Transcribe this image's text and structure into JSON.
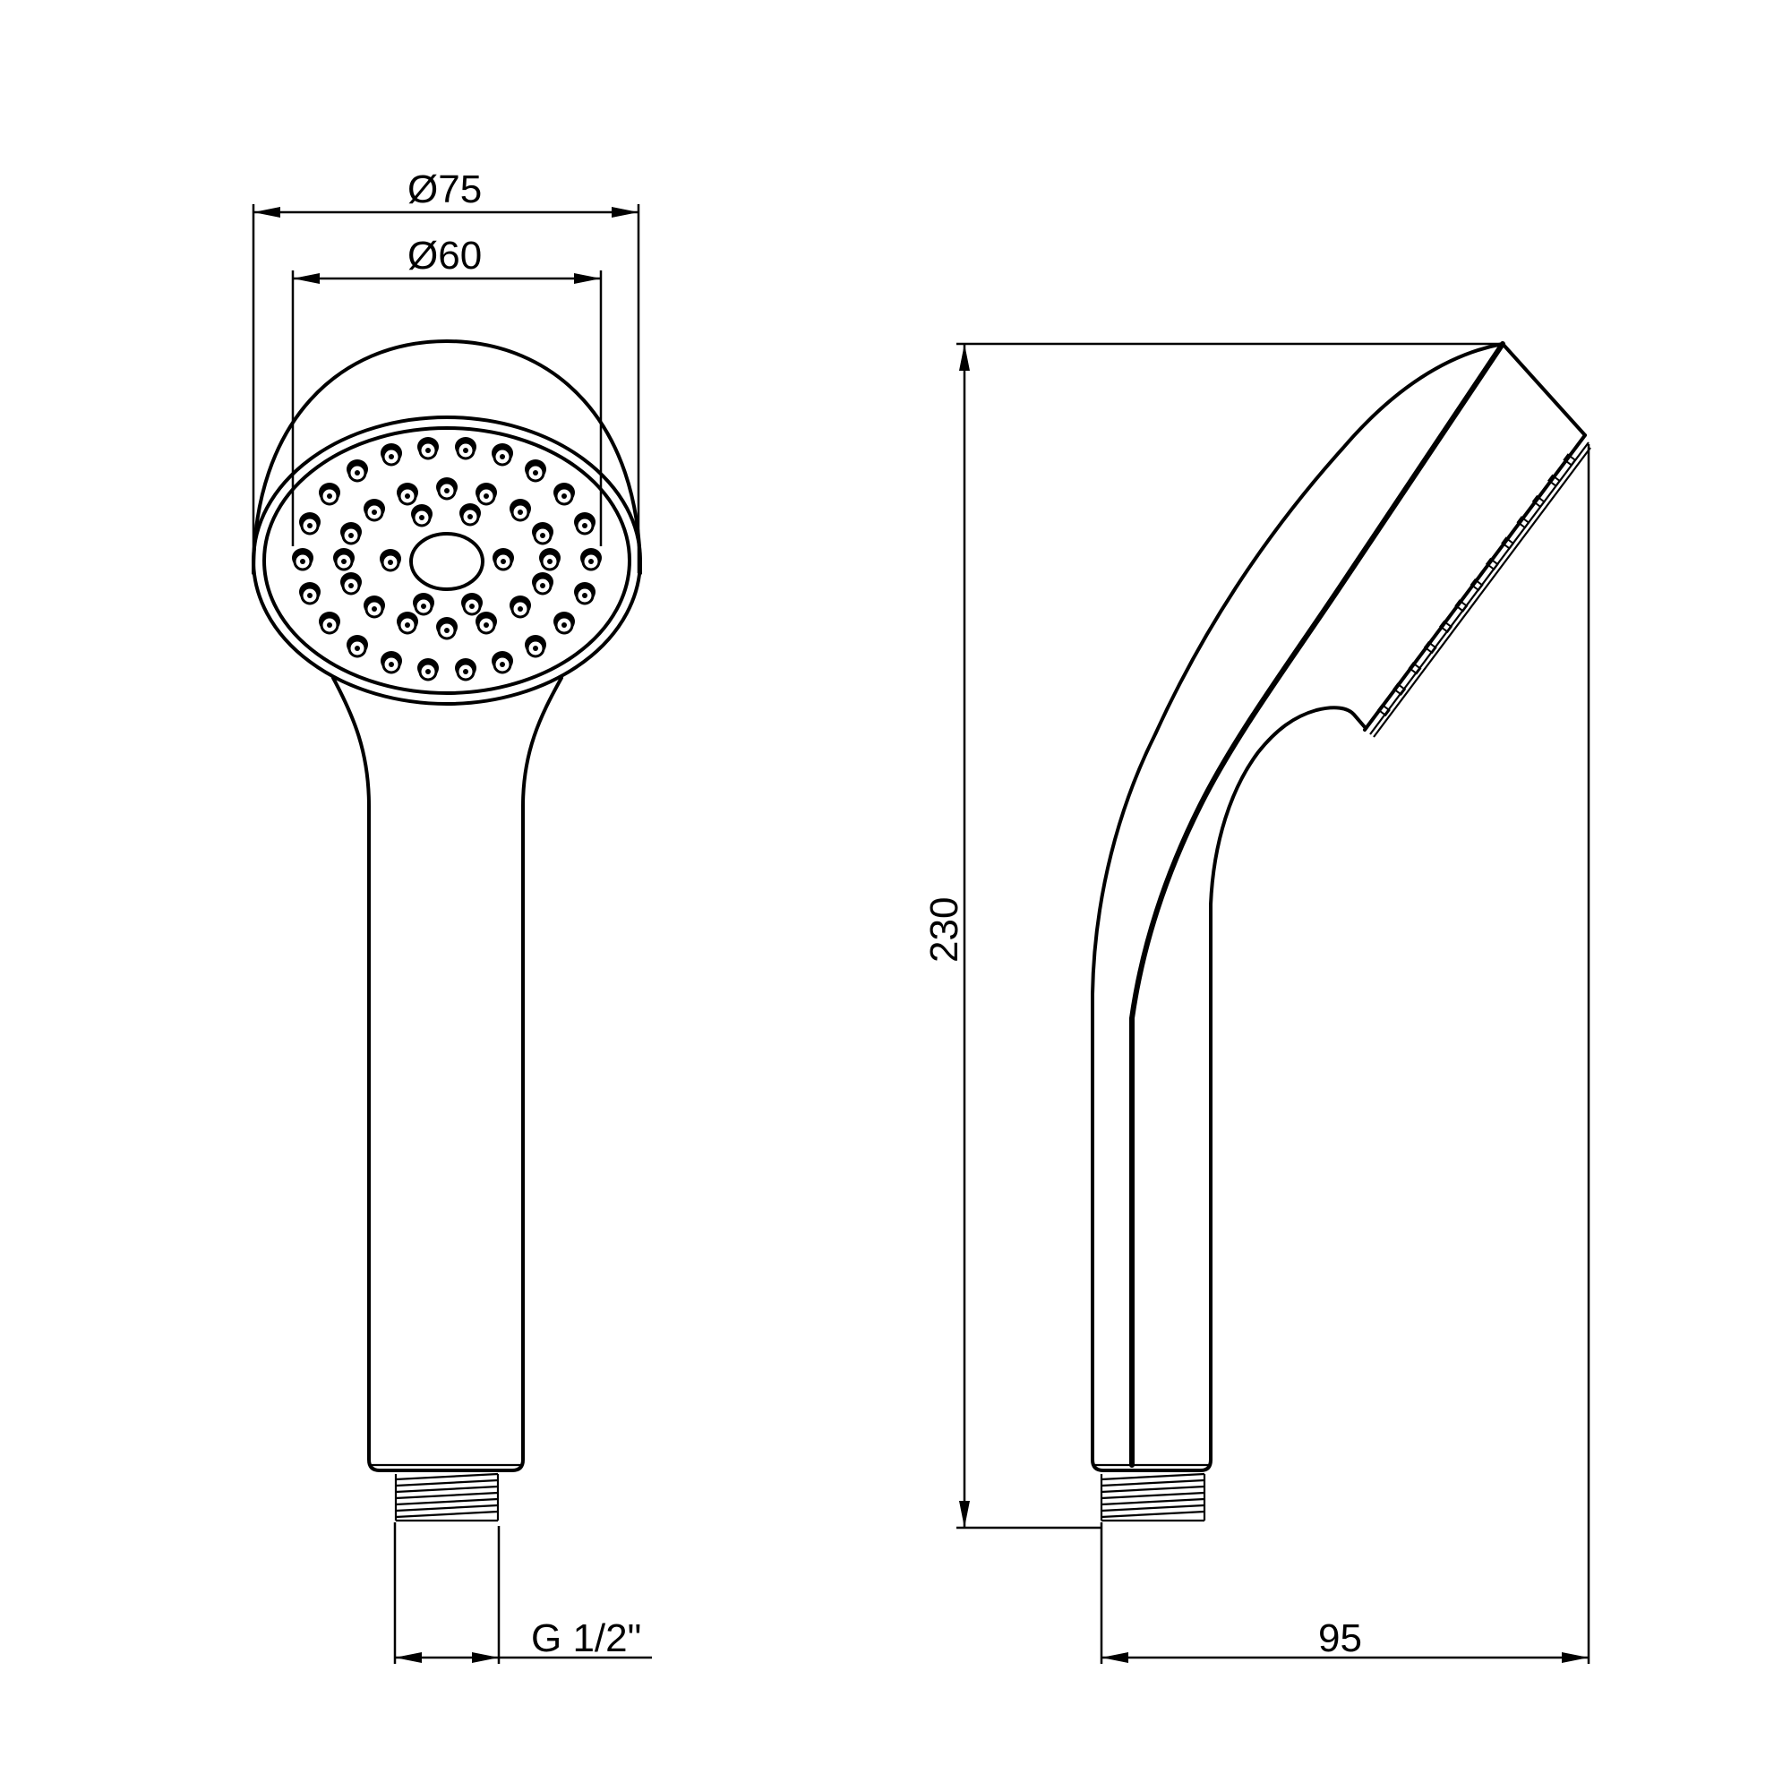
{
  "drawing": {
    "type": "technical-drawing",
    "subject": "hand shower",
    "line_color": "#000000",
    "background": "#ffffff"
  },
  "dimensions": {
    "head_outer_diameter": "Ø75",
    "face_diameter": "Ø60",
    "overall_height": "230",
    "overall_depth": "95",
    "thread": "G 1/2\""
  },
  "views": [
    {
      "name": "front-view",
      "features": [
        "spray face with 44 nozzles",
        "center oval",
        "handle",
        "threaded connector"
      ]
    },
    {
      "name": "side-view",
      "features": [
        "angled head",
        "curved handle",
        "threaded connector"
      ]
    }
  ]
}
